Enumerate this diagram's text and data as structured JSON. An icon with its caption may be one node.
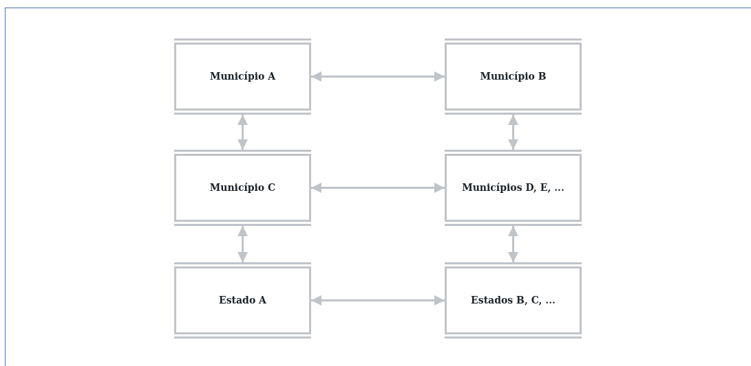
{
  "diagram": {
    "nodes": [
      {
        "text": [
          "Município A"
        ]
      },
      {
        "text": [
          "Município B"
        ]
      },
      {
        "text": [
          "Município C"
        ]
      },
      {
        "text": [
          "Municípios D, E, ..."
        ]
      },
      {
        "text": [
          "Estado A"
        ]
      },
      {
        "text": [
          "Estados B, C, ..."
        ]
      }
    ],
    "edges": [
      {
        "from": 0,
        "to": 1,
        "arrow": "both"
      },
      {
        "from": 0,
        "to": 2,
        "arrow": "both"
      },
      {
        "from": 1,
        "to": 3,
        "arrow": "both"
      },
      {
        "from": 2,
        "to": 3,
        "arrow": "both"
      },
      {
        "from": 2,
        "to": 4,
        "arrow": "both"
      },
      {
        "from": 3,
        "to": 5,
        "arrow": "both"
      },
      {
        "from": 4,
        "to": 5,
        "arrow": "both"
      }
    ]
  }
}
